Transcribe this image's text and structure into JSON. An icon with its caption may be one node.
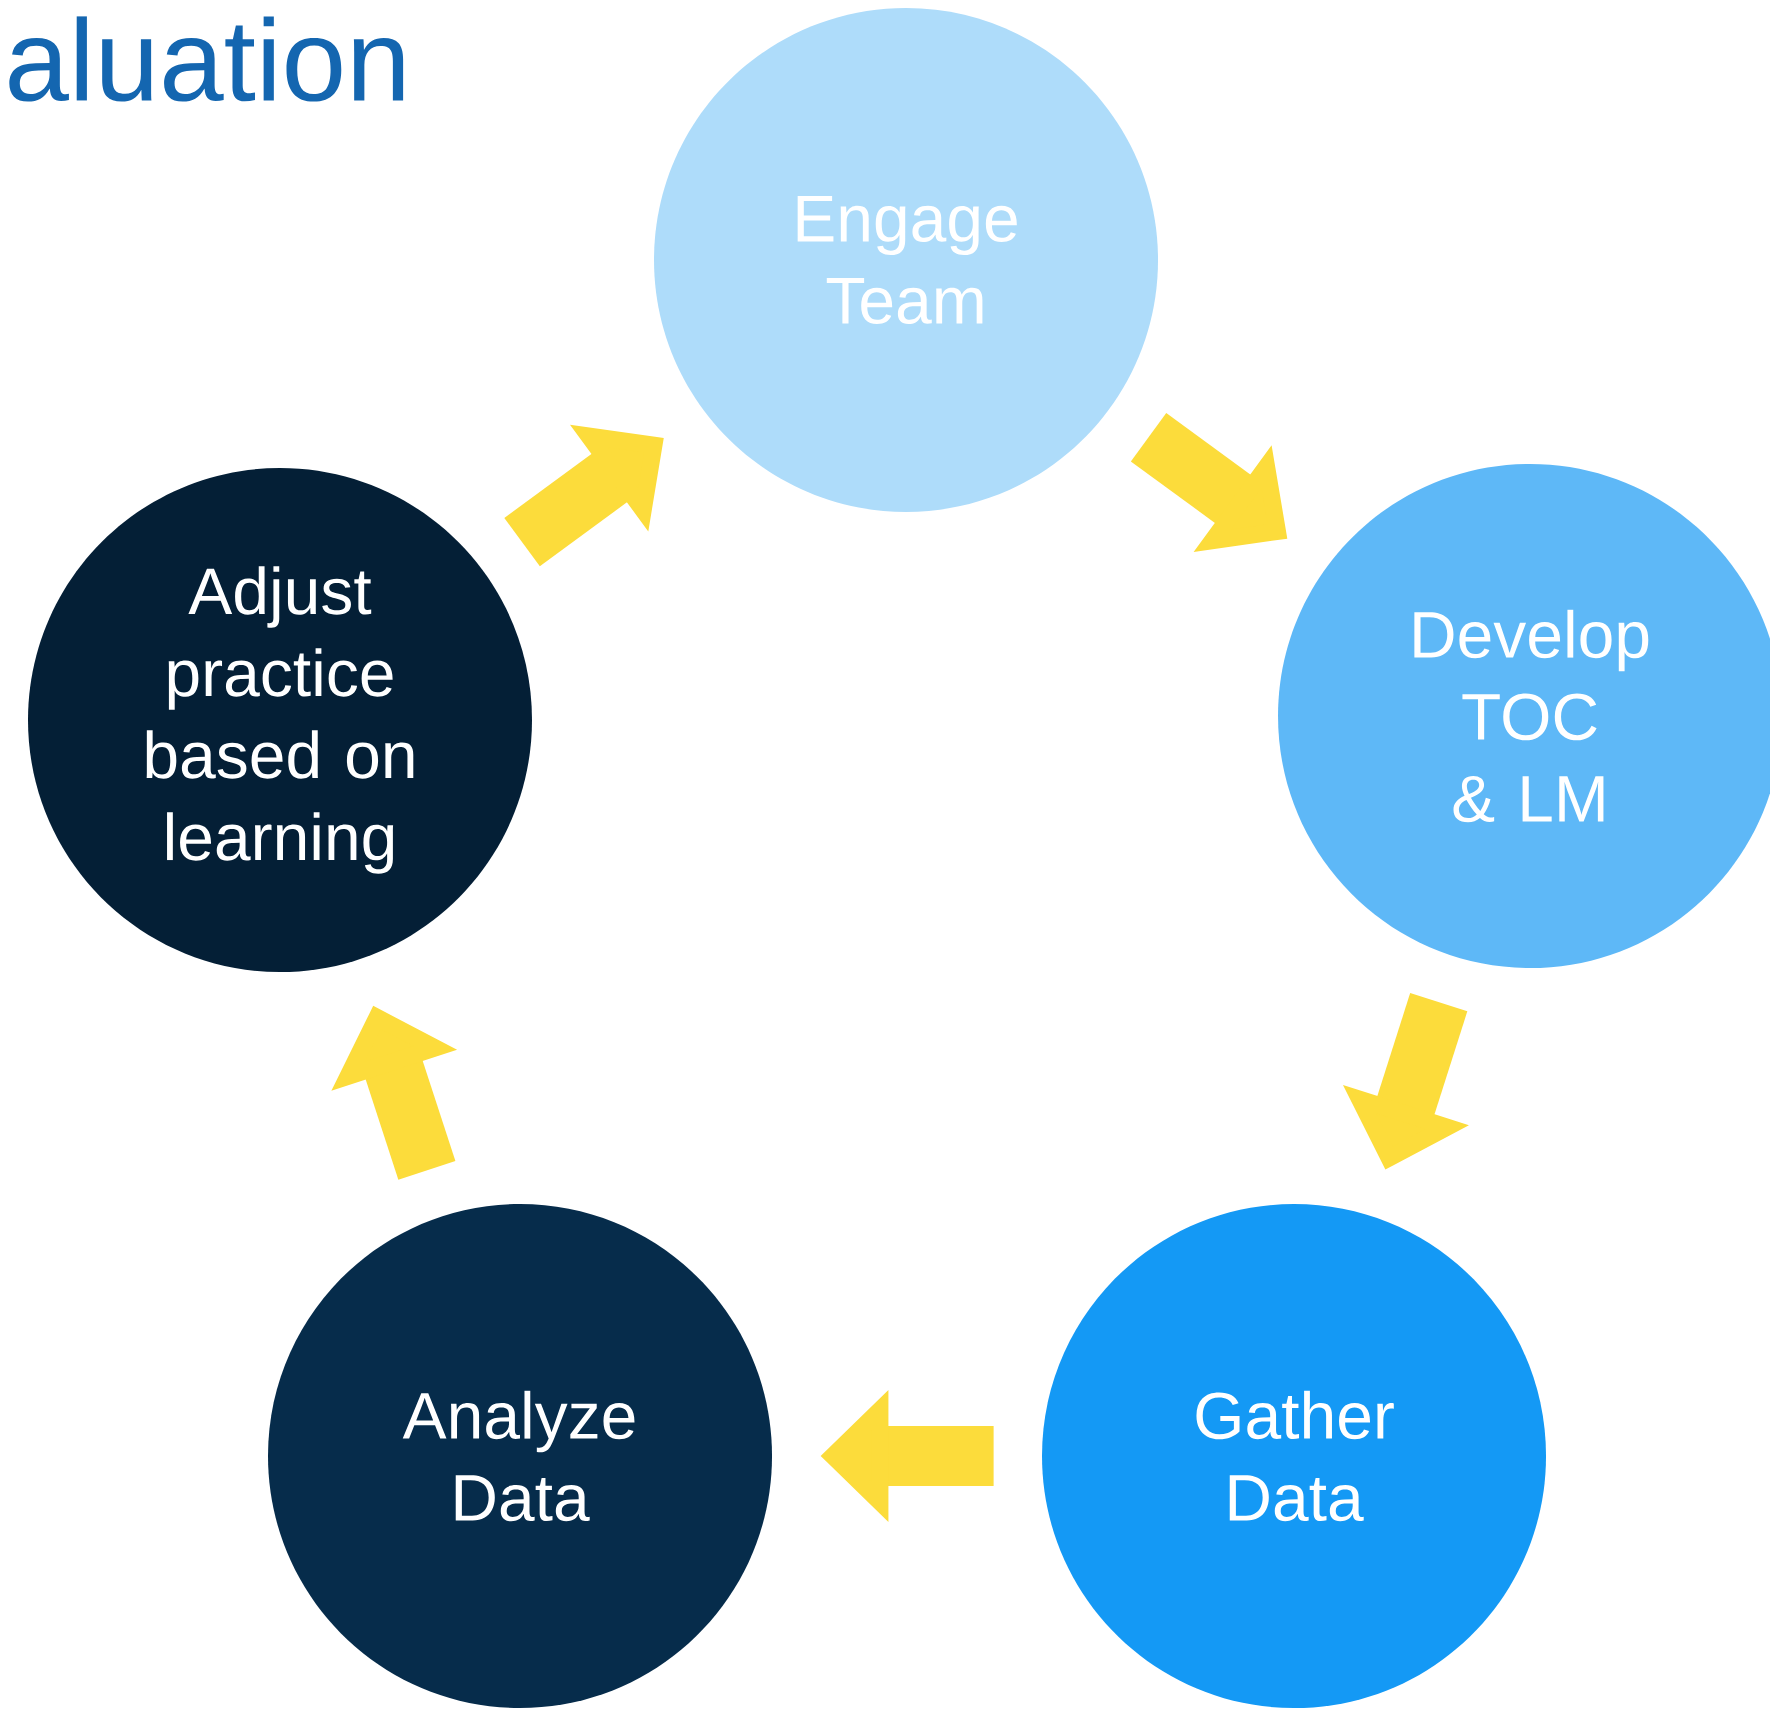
{
  "diagram": {
    "title": "aluation",
    "nodes": [
      {
        "text": [
          "Engage Team"
        ]
      },
      {
        "text": [
          "Develop TOC & LM"
        ]
      },
      {
        "text": [
          "Gather Data"
        ]
      },
      {
        "text": [
          "Analyze Data"
        ]
      },
      {
        "text": [
          "Adjust practice based on learning"
        ]
      }
    ],
    "edges": [
      {
        "from": 0,
        "to": 1,
        "arrow": "to"
      },
      {
        "from": 1,
        "to": 2,
        "arrow": "to"
      },
      {
        "from": 2,
        "to": 3,
        "arrow": "to"
      },
      {
        "from": 3,
        "to": 4,
        "arrow": "to"
      },
      {
        "from": 4,
        "to": 0,
        "arrow": "to"
      }
    ]
  }
}
